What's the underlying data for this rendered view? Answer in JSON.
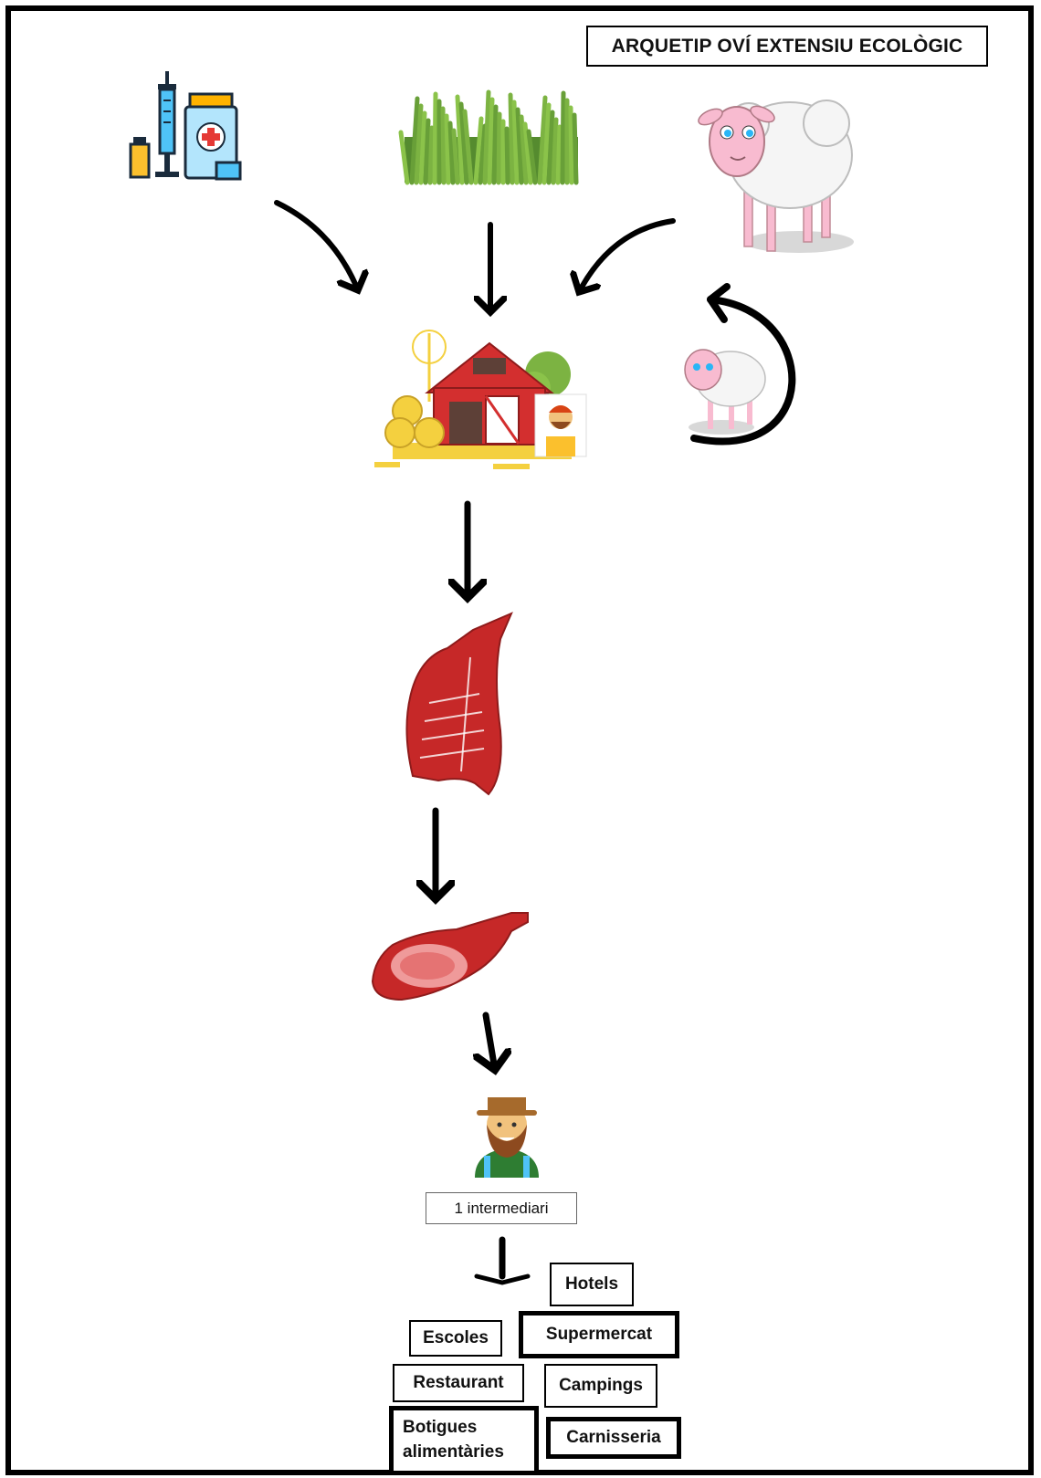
{
  "title": "ARQUETIP OVÍ EXTENSIU ECOLÒGIC",
  "icons": {
    "medicine": "medicine-icon",
    "grass": "grass-icon",
    "sheep": "sheep-icon",
    "farm": "farm-icon",
    "lamb": "lamb-icon",
    "carcass": "carcass-icon",
    "meat_cut": "meat-cut-icon",
    "farmer": "farmer-icon"
  },
  "intermediary": "1 intermediari",
  "destinations": {
    "hotels": "Hotels",
    "escoles": "Escoles",
    "supermercat": "Supermercat",
    "restaurant": "Restaurant",
    "campings": "Campings",
    "botigues_line1": "Botigues",
    "botigues_line2": "alimentàries",
    "carnisseria": "Carnisseria"
  },
  "colors": {
    "barn_red": "#d32f2f",
    "meat_red": "#c62828",
    "grass_green": "#4caf50",
    "hay_yellow": "#f4d03f"
  }
}
